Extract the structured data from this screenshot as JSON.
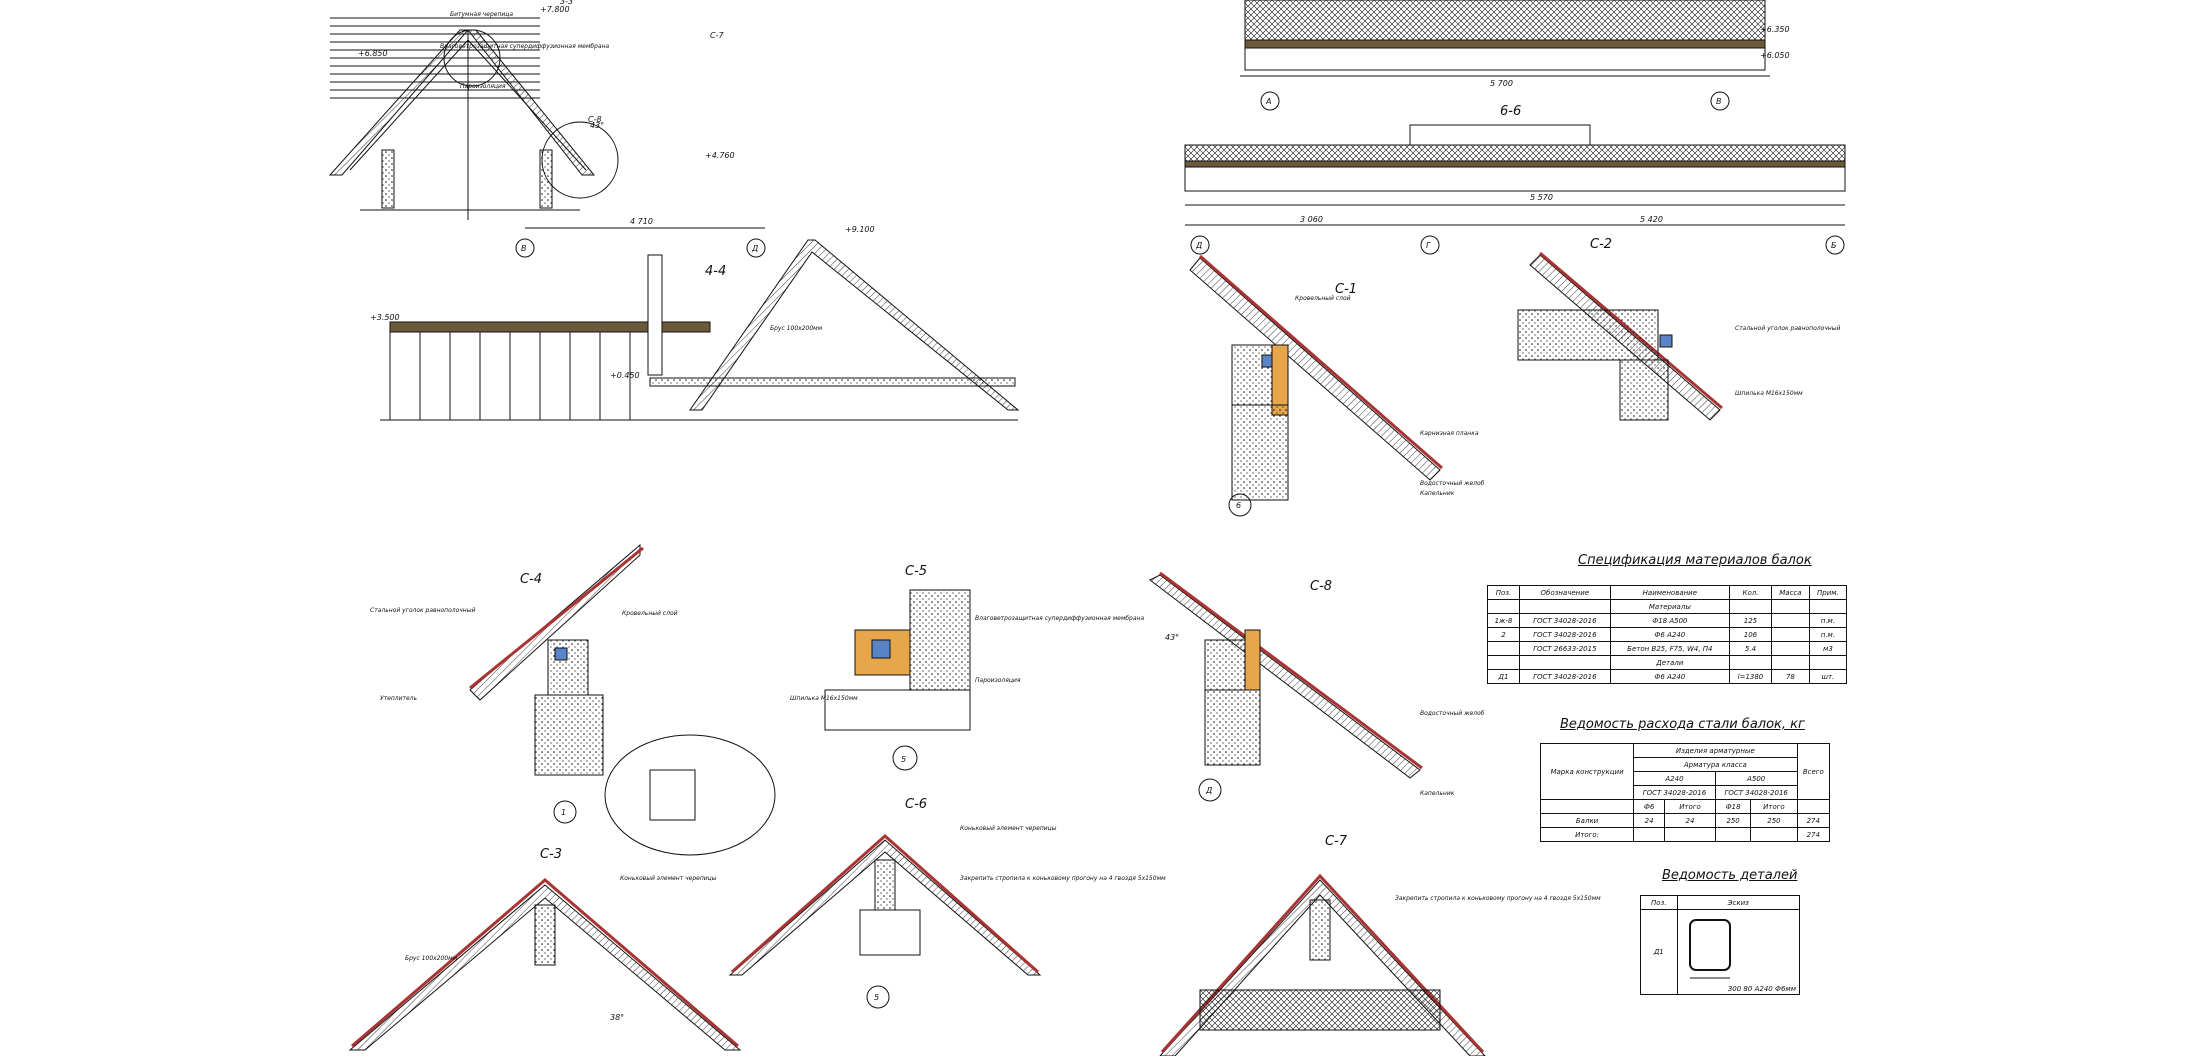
{
  "views": {
    "view_3_3_top": {
      "mark": "3-3",
      "elev1": "+7.800",
      "elev2": "+6.850",
      "elev3": "+4.760",
      "angle": "43°",
      "node_c7": "С-7",
      "node_c8": "С-8",
      "dim": "4 710",
      "axis_left": "В",
      "axis_right": "Д"
    },
    "view_4_4": {
      "mark": "4-4",
      "elev_top": "+9.100",
      "elev_left": "+3.500",
      "elev_mid": "+0.450"
    },
    "view_top_right": {
      "axis_left": "А",
      "axis_right": "В",
      "elev1": "+6.350",
      "elev2": "+6.050",
      "dim": "5 700"
    },
    "view_6_6": {
      "mark": "6-6",
      "axis1": "Д",
      "axis2": "Г",
      "axis3": "Б",
      "dim1": "3 060",
      "dim2": "5 570",
      "dim3": "5 420"
    },
    "node_c1": {
      "mark": "С-1",
      "axis": "6"
    },
    "node_c2": {
      "mark": "С-2"
    },
    "node_c4": {
      "mark": "С-4",
      "axis": "1"
    },
    "node_c5": {
      "mark": "С-5",
      "axis": "5"
    },
    "node_c8": {
      "mark": "С-8",
      "axis": "Д",
      "angle": "43°"
    },
    "node_c3": {
      "mark": "С-3",
      "angle": "38°"
    },
    "node_c6": {
      "mark": "С-6",
      "axis": "5"
    },
    "node_c7": {
      "mark": "С-7"
    },
    "annotations": {
      "a1": "Битумная черепица",
      "a2": "Пароизоляция",
      "a3": "Влаговетрозащитная супердиффузионная мембрана",
      "a4": "Стальной уголок равнополочный",
      "a5": "Шпилька М16х150мм",
      "a6": "Кровельный слой",
      "a7": "Коньковый элемент черепицы",
      "a8": "Закрепить стропила к коньковому прогону на 4 гвоздя 5х150мм",
      "a9": "Брус 100х200мм",
      "a10": "Утеплитель",
      "a11": "Карнизная планка",
      "a12": "Водосточный желоб",
      "a13": "Капельник"
    }
  },
  "spec_table": {
    "title": "Спецификация материалов балок",
    "headers": [
      "Поз.",
      "Обозначение",
      "Наименование",
      "Кол.",
      "Масса",
      "Прим."
    ],
    "section1": "Материалы",
    "rows": [
      [
        "1ж-8",
        "ГОСТ 34028-2016",
        "Ф18 А500",
        "125",
        "",
        "п.м."
      ],
      [
        "2",
        "ГОСТ 34028-2016",
        "Ф6 А240",
        "106",
        "",
        "п.м."
      ],
      [
        "",
        "ГОСТ 26633-2015",
        "Бетон В25, F75, W4, П4",
        "5.4",
        "",
        "м3"
      ]
    ],
    "section2": "Детали",
    "rows2": [
      [
        "Д1",
        "ГОСТ 34028-2016",
        "Ф6 А240",
        "l=1380",
        "78",
        "шт."
      ]
    ]
  },
  "steel_table": {
    "title": "Ведомость расхода стали балок, кг",
    "h_products": "Изделия арматурные",
    "h_class": "Арматура класса",
    "h_a240": "А240",
    "h_a500": "А500",
    "h_mark": "Марка конструкции",
    "h_total": "Всего",
    "h_gost1": "ГОСТ 34028-2016",
    "h_gost2": "ГОСТ 34028-2016",
    "sub": [
      "Ф6",
      "Итого",
      "Ф18",
      "Итого"
    ],
    "rows": [
      [
        "Балки",
        "24",
        "24",
        "250",
        "250",
        "274"
      ],
      [
        "Итого:",
        "",
        "",
        "",
        "",
        "274"
      ]
    ]
  },
  "details_table": {
    "title": "Ведомость деталей",
    "h_pos": "Поз.",
    "h_sketch": "Эскиз",
    "pos": "Д1",
    "note": "А240 Ф6мм",
    "dim": "300",
    "dim2": "80"
  }
}
